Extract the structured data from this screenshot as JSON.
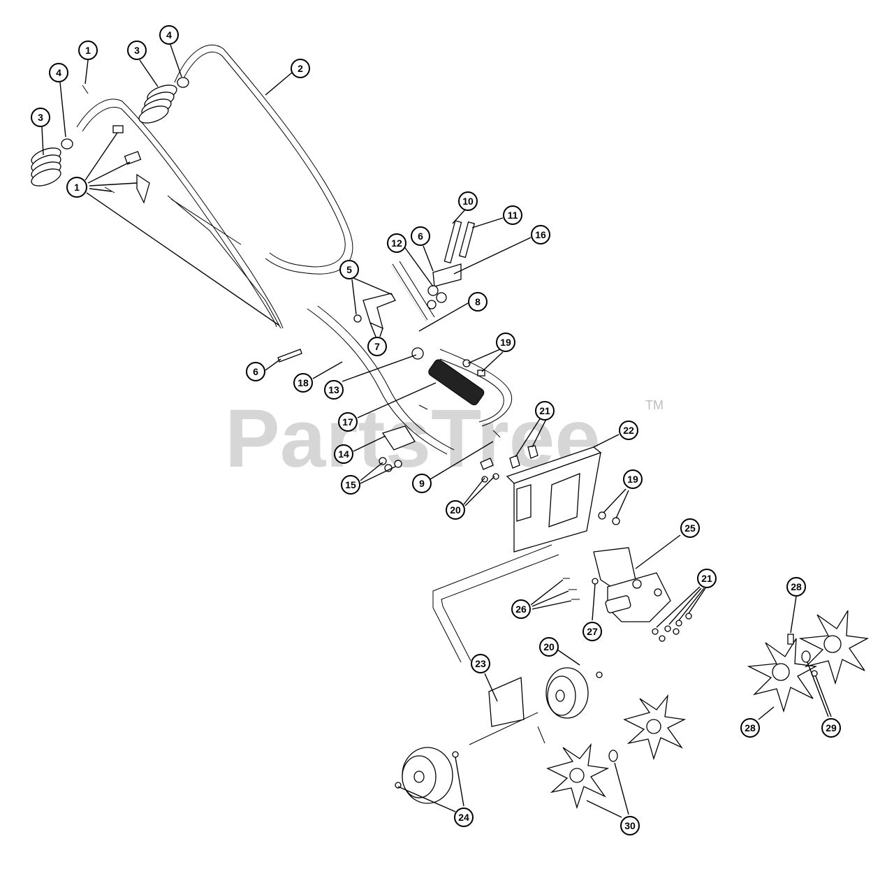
{
  "watermark": {
    "text": "PartsTree",
    "tm": "TM"
  },
  "callouts": [
    "1",
    "1",
    "2",
    "3",
    "3",
    "4",
    "4",
    "5",
    "6",
    "6",
    "7",
    "8",
    "9",
    "10",
    "11",
    "12",
    "13",
    "14",
    "15",
    "16",
    "17",
    "18",
    "19",
    "19",
    "20",
    "20",
    "21",
    "21",
    "22",
    "23",
    "24",
    "25",
    "26",
    "27",
    "28",
    "28",
    "29",
    "30"
  ]
}
